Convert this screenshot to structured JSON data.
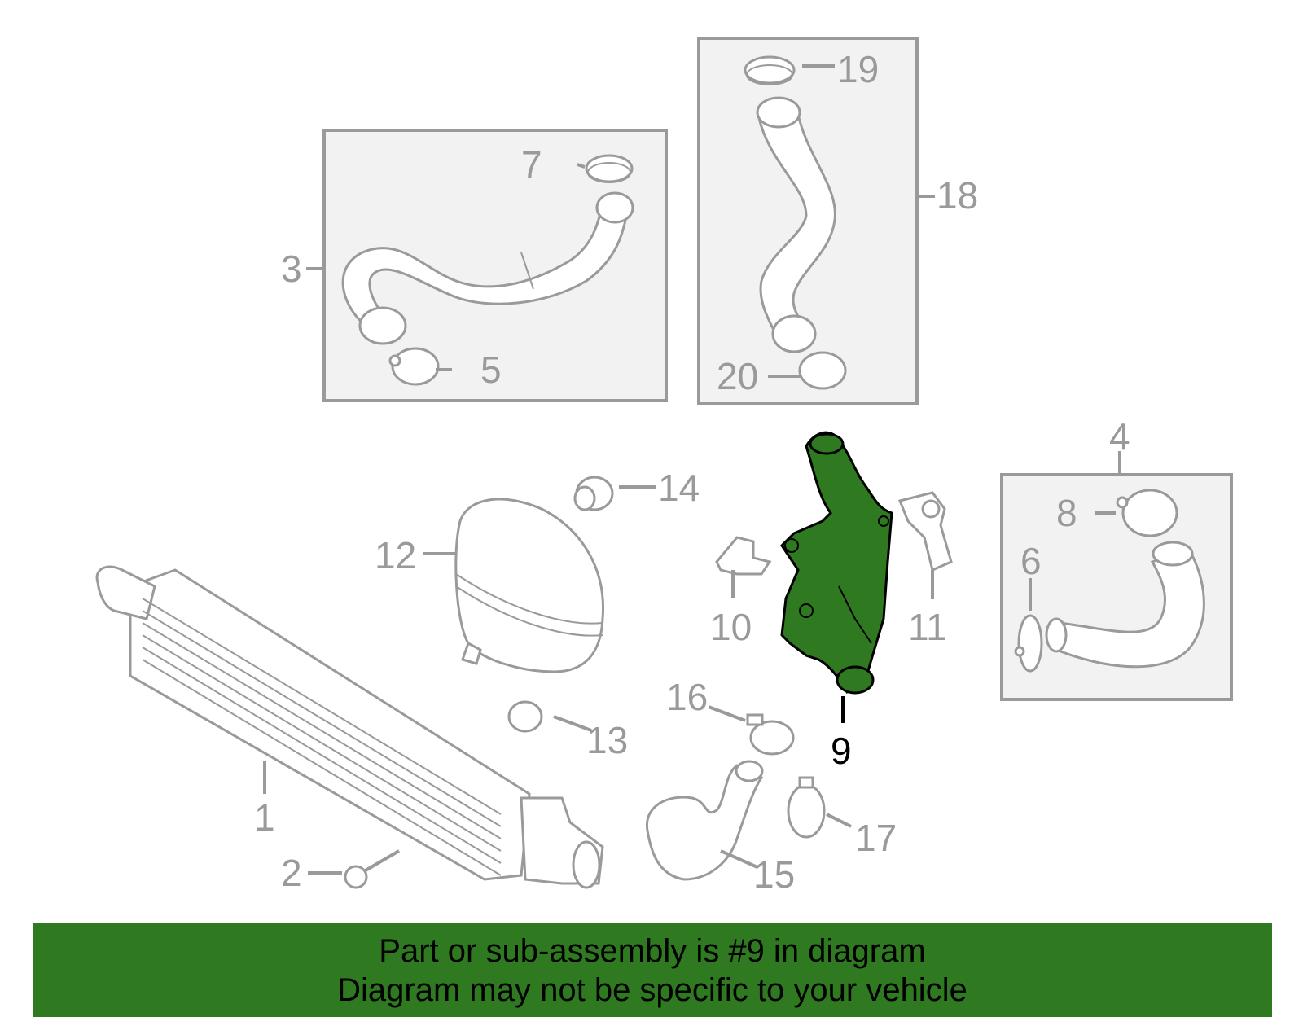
{
  "callouts": {
    "c1": "1",
    "c2": "2",
    "c3": "3",
    "c4": "4",
    "c5": "5",
    "c6": "6",
    "c7": "7",
    "c8": "8",
    "c9": "9",
    "c10": "10",
    "c11": "11",
    "c12": "12",
    "c13": "13",
    "c14": "14",
    "c15": "15",
    "c16": "16",
    "c17": "17",
    "c18": "18",
    "c19": "19",
    "c20": "20"
  },
  "highlight": {
    "part": "9",
    "color": "#2f7a20"
  },
  "banner": {
    "line1": "Part or sub-assembly is #9 in diagram",
    "line2": "Diagram may not be specific to your vehicle",
    "background": "#2f7a20"
  }
}
